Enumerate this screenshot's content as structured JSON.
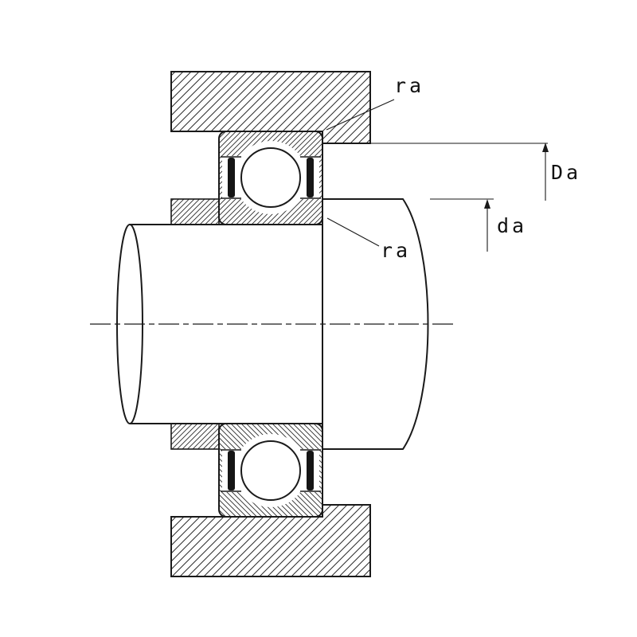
{
  "figure": {
    "type": "bearing-mounting-cross-section-drawing",
    "labels": {
      "fillet_radius_top": "ra",
      "housing_abutment_diameter": "Da",
      "shaft_abutment_diameter": "da",
      "fillet_radius_bottom": "ra"
    },
    "colors": {
      "line": "#1a1a1a",
      "background": "#ffffff",
      "seal": "#151515"
    }
  }
}
